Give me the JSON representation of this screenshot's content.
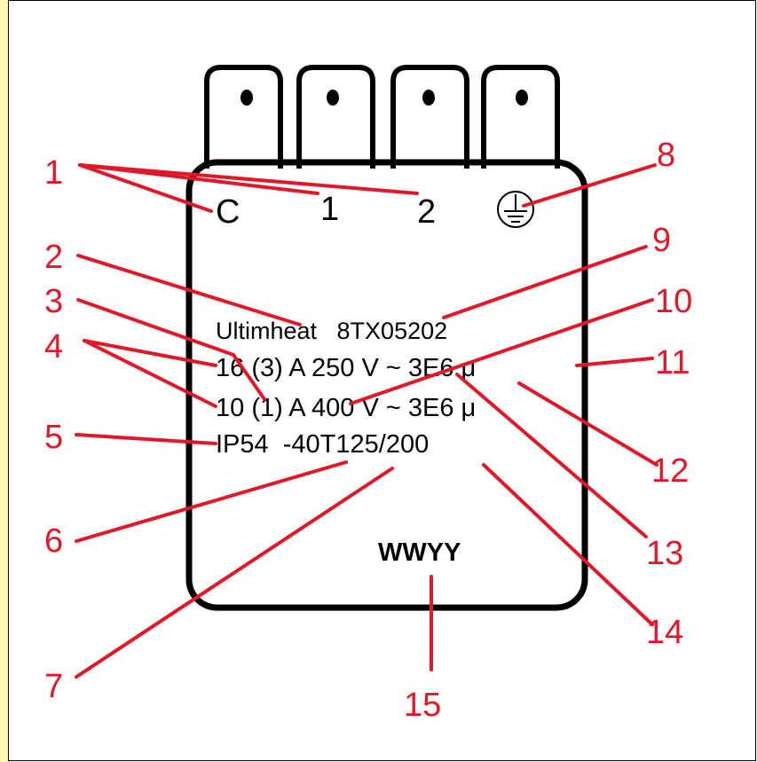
{
  "terminals": {
    "labels": [
      "C",
      "1",
      "2"
    ],
    "ground_symbol": "protective-earth-icon"
  },
  "label_lines": [
    "Ultimheat   8TX05202",
    "16 (3) A 250 V ~ 3E6 μ",
    "10 (1) A 400 V ~ 3E6 μ",
    "IP54  -40T125/200"
  ],
  "date_code": "WWYY",
  "callouts": [
    "1",
    "2",
    "3",
    "4",
    "5",
    "6",
    "7",
    "8",
    "9",
    "10",
    "11",
    "12",
    "13",
    "14",
    "15"
  ],
  "colors": {
    "callout": "#e0182a",
    "outline": "#000000",
    "left_stripe": "#fff6b3"
  }
}
